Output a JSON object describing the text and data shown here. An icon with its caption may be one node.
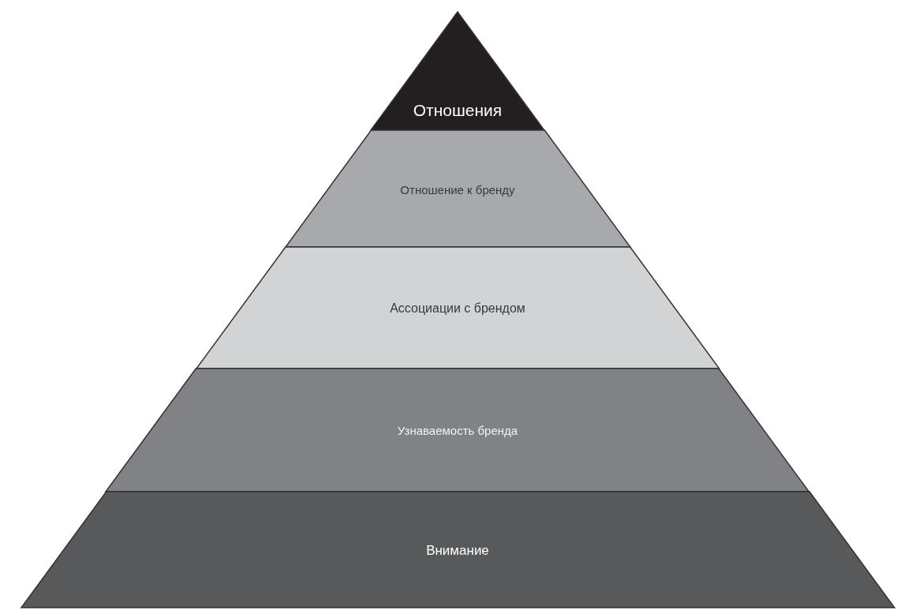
{
  "diagram": {
    "nodes": [
      {
        "text": [
          "Отношения"
        ]
      },
      {
        "text": [
          "Отношение к бренду"
        ]
      },
      {
        "text": [
          "Ассоциации с брендом"
        ]
      },
      {
        "text": [
          "Узнаваемость бренда"
        ]
      },
      {
        "text": [
          "Внимание"
        ]
      }
    ]
  }
}
